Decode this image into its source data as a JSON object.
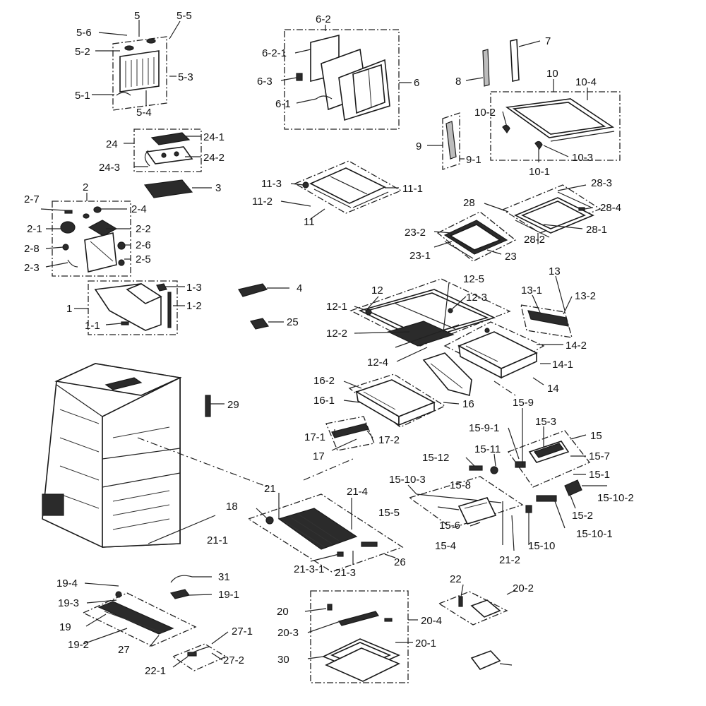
{
  "labels": [
    "5",
    "5-5",
    "5-6",
    "5-2",
    "5-3",
    "5-1",
    "5-4",
    "6-2",
    "6-2-1",
    "6-3",
    "6-1",
    "6",
    "7",
    "8",
    "10",
    "10-4",
    "10-2",
    "10-3",
    "10-1",
    "9",
    "9-1",
    "24",
    "24-1",
    "24-2",
    "24-3",
    "3",
    "11-3",
    "11-1",
    "11-2",
    "11",
    "2",
    "2-7",
    "2-4",
    "2-1",
    "2-2",
    "2-6",
    "2-8",
    "2-5",
    "2-3",
    "28",
    "28-3",
    "28-4",
    "28-1",
    "28-2",
    "23-2",
    "23-1",
    "23",
    "1",
    "1-3",
    "1-2",
    "1-1",
    "4",
    "25",
    "12-5",
    "12",
    "12-3",
    "12-1",
    "12-2",
    "12-4",
    "13",
    "13-1",
    "13-2",
    "14-2",
    "14-1",
    "14",
    "16-2",
    "16-1",
    "16",
    "17-1",
    "17-2",
    "17",
    "29",
    "15-9",
    "15-9-1",
    "15-3",
    "15",
    "15-12",
    "15-11",
    "15-7",
    "15-1",
    "15-10-3",
    "15-8",
    "15-10-2",
    "15-5",
    "15-2",
    "15-6",
    "15-10-1",
    "15-4",
    "15-10",
    "21-2",
    "21",
    "21-4",
    "18",
    "21-1",
    "21-3-1",
    "21-3",
    "26",
    "31",
    "19-1",
    "19-4",
    "19-3",
    "19",
    "19-2",
    "27",
    "27-1",
    "27-2",
    "22-1",
    "22",
    "20-2",
    "20",
    "20-4",
    "20-3",
    "20-1",
    "30"
  ]
}
